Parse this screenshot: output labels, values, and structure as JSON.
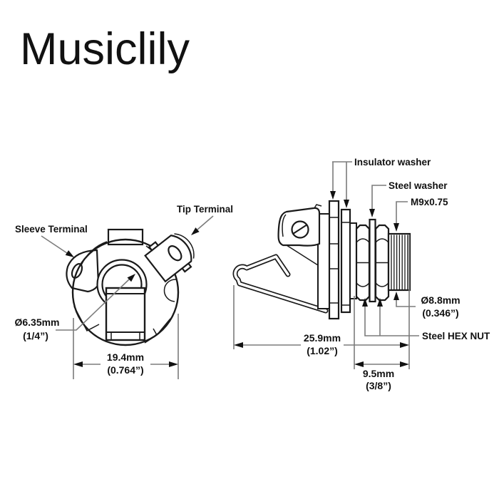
{
  "brand": {
    "logo_text": "Musiclily"
  },
  "colors": {
    "background": "#ffffff",
    "line": "#1a1a1a",
    "leader": "#7b7b7b",
    "text": "#111111",
    "logo": "#251b16"
  },
  "front_view": {
    "sleeve_terminal_label": "Sleeve Terminal",
    "tip_terminal_label": "Tip Terminal",
    "bore_diameter": "Ø6.35mm",
    "bore_diameter_inches": "(1/4”)",
    "body_width": "19.4mm",
    "body_width_inches": "(0.764”)"
  },
  "side_view": {
    "insulator_washer_label": "Insulator washer",
    "steel_washer_label": "Steel washer",
    "thread_spec": "M9x0.75",
    "thread_diameter": "Ø8.8mm",
    "thread_diameter_inches": "(0.346”)",
    "hex_nut_label": "Steel HEX NUT",
    "overall_length": "25.9mm",
    "overall_length_inches": "(1.02”)",
    "bushing_length": "9.5mm",
    "bushing_length_inches": "(3/8”)"
  }
}
